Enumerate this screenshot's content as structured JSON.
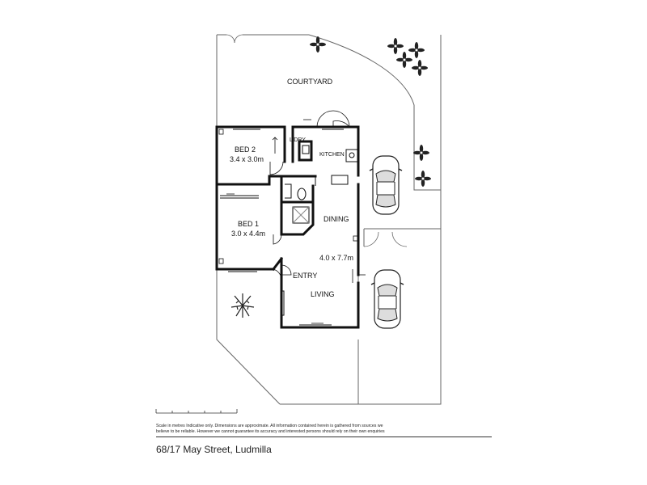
{
  "rooms": {
    "courtyard": "COURTYARD",
    "bed2": {
      "name": "BED 2",
      "size": "3.4 x 3.0m"
    },
    "laundry": "L'DRY",
    "kitchen": "KITCHEN",
    "bed1": {
      "name": "BED 1",
      "size": "3.0 x 4.4m"
    },
    "dining": "DINING",
    "living_size": "4.0 x 7.7m",
    "entry": "ENTRY",
    "living": "LIVING"
  },
  "footer": {
    "disclaimer_line1": "Scale in metres Indicative only. Dimensions are approximate. All information contained herein is gathered from sources we",
    "disclaimer_line2": "believe to be reliable. However we cannot guarantee its accuracy and interested persons should rely on their own enquiries",
    "address": "68/17 May Street, Ludmilla"
  },
  "colors": {
    "wall": "#111111",
    "outline": "#666666",
    "plant": "#222222"
  },
  "icons": [
    "tree-icon",
    "car-icon",
    "plant-icon",
    "scale-bar-icon"
  ]
}
